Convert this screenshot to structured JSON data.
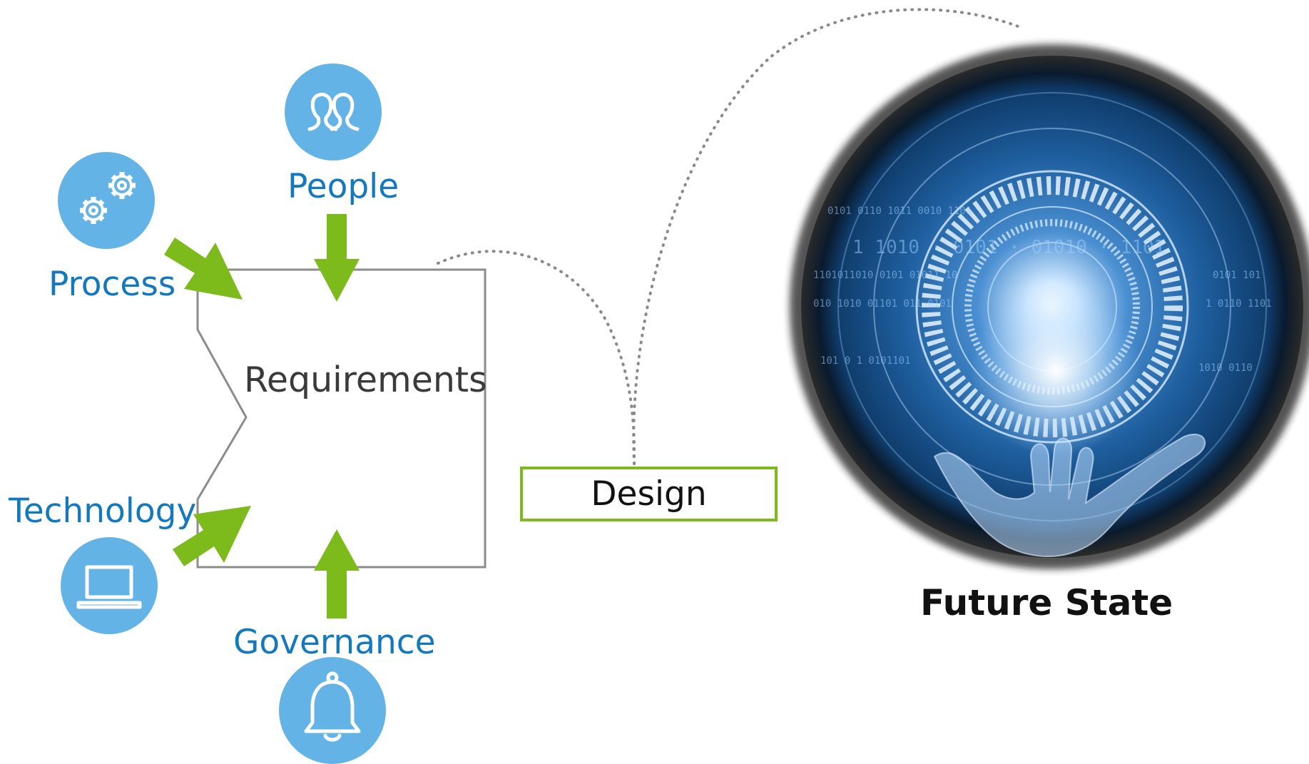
{
  "nodes": {
    "people": "People",
    "process": "Process",
    "technology": "Technology",
    "governance": "Governance",
    "requirements": "Requirements",
    "design": "Design",
    "future_state": "Future State"
  },
  "icons": {
    "people": "people-icon",
    "process": "gears-icon",
    "technology": "laptop-icon",
    "governance": "bell-icon"
  },
  "image": {
    "future_state_digits": "1 1010 · 0101 · 01010 · 1101"
  },
  "colors": {
    "label_blue": "#1478be",
    "icon_circle": "#63b3e6",
    "arrow_green": "#7dbb1c",
    "design_border": "#7dbb1c",
    "connector": "#8a8a8a"
  }
}
